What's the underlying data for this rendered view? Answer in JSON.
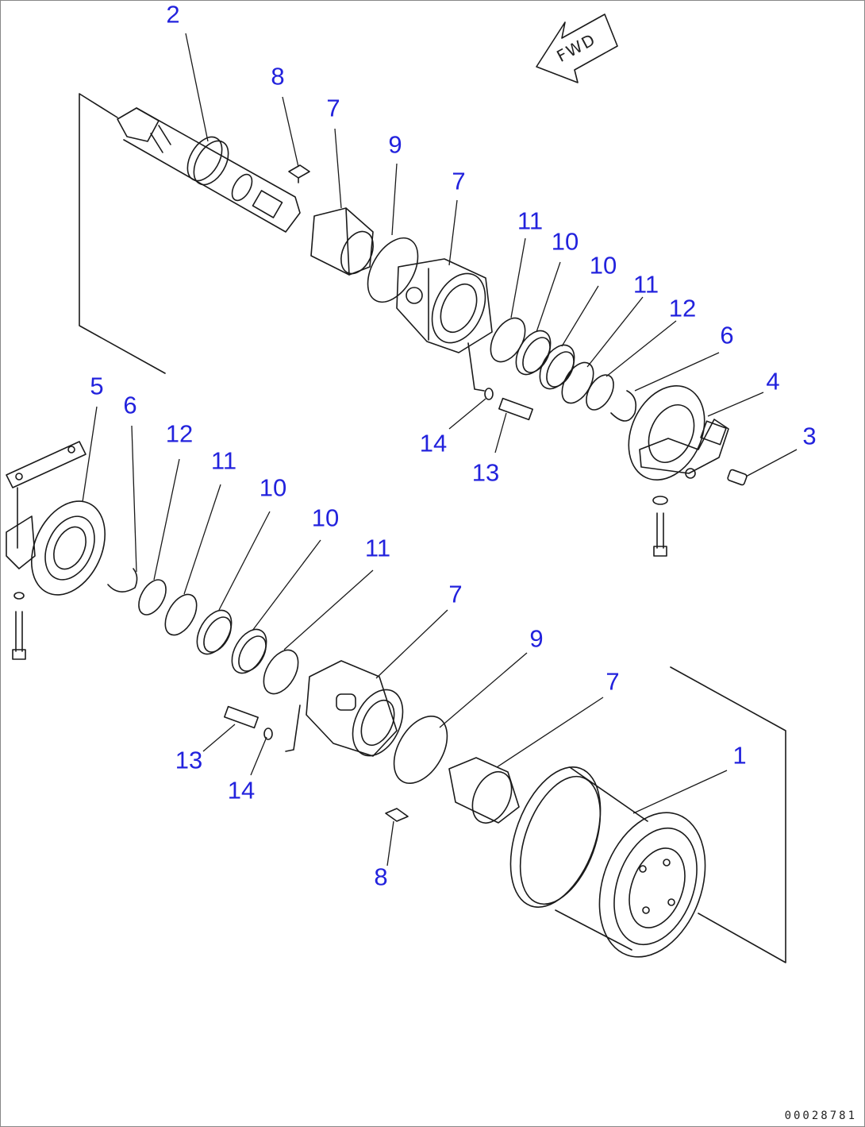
{
  "fwd_label": "FWD",
  "drawing_number": "00028781",
  "callouts": [
    {
      "id": "c2",
      "text": "2"
    },
    {
      "id": "c8a",
      "text": "8"
    },
    {
      "id": "c7a",
      "text": "7"
    },
    {
      "id": "c9a",
      "text": "9"
    },
    {
      "id": "c7b",
      "text": "7"
    },
    {
      "id": "c11a",
      "text": "11"
    },
    {
      "id": "c10a",
      "text": "10"
    },
    {
      "id": "c10b",
      "text": "10"
    },
    {
      "id": "c11b",
      "text": "11"
    },
    {
      "id": "c12a",
      "text": "12"
    },
    {
      "id": "c6a",
      "text": "6"
    },
    {
      "id": "c4",
      "text": "4"
    },
    {
      "id": "c3",
      "text": "3"
    },
    {
      "id": "c14a",
      "text": "14"
    },
    {
      "id": "c13a",
      "text": "13"
    },
    {
      "id": "c5",
      "text": "5"
    },
    {
      "id": "c6b",
      "text": "6"
    },
    {
      "id": "c12b",
      "text": "12"
    },
    {
      "id": "c11c",
      "text": "11"
    },
    {
      "id": "c10c",
      "text": "10"
    },
    {
      "id": "c10d",
      "text": "10"
    },
    {
      "id": "c11d",
      "text": "11"
    },
    {
      "id": "c7c",
      "text": "7"
    },
    {
      "id": "c9b",
      "text": "9"
    },
    {
      "id": "c7d",
      "text": "7"
    },
    {
      "id": "c1",
      "text": "1"
    },
    {
      "id": "c13b",
      "text": "13"
    },
    {
      "id": "c14b",
      "text": "14"
    },
    {
      "id": "c8b",
      "text": "8"
    }
  ]
}
